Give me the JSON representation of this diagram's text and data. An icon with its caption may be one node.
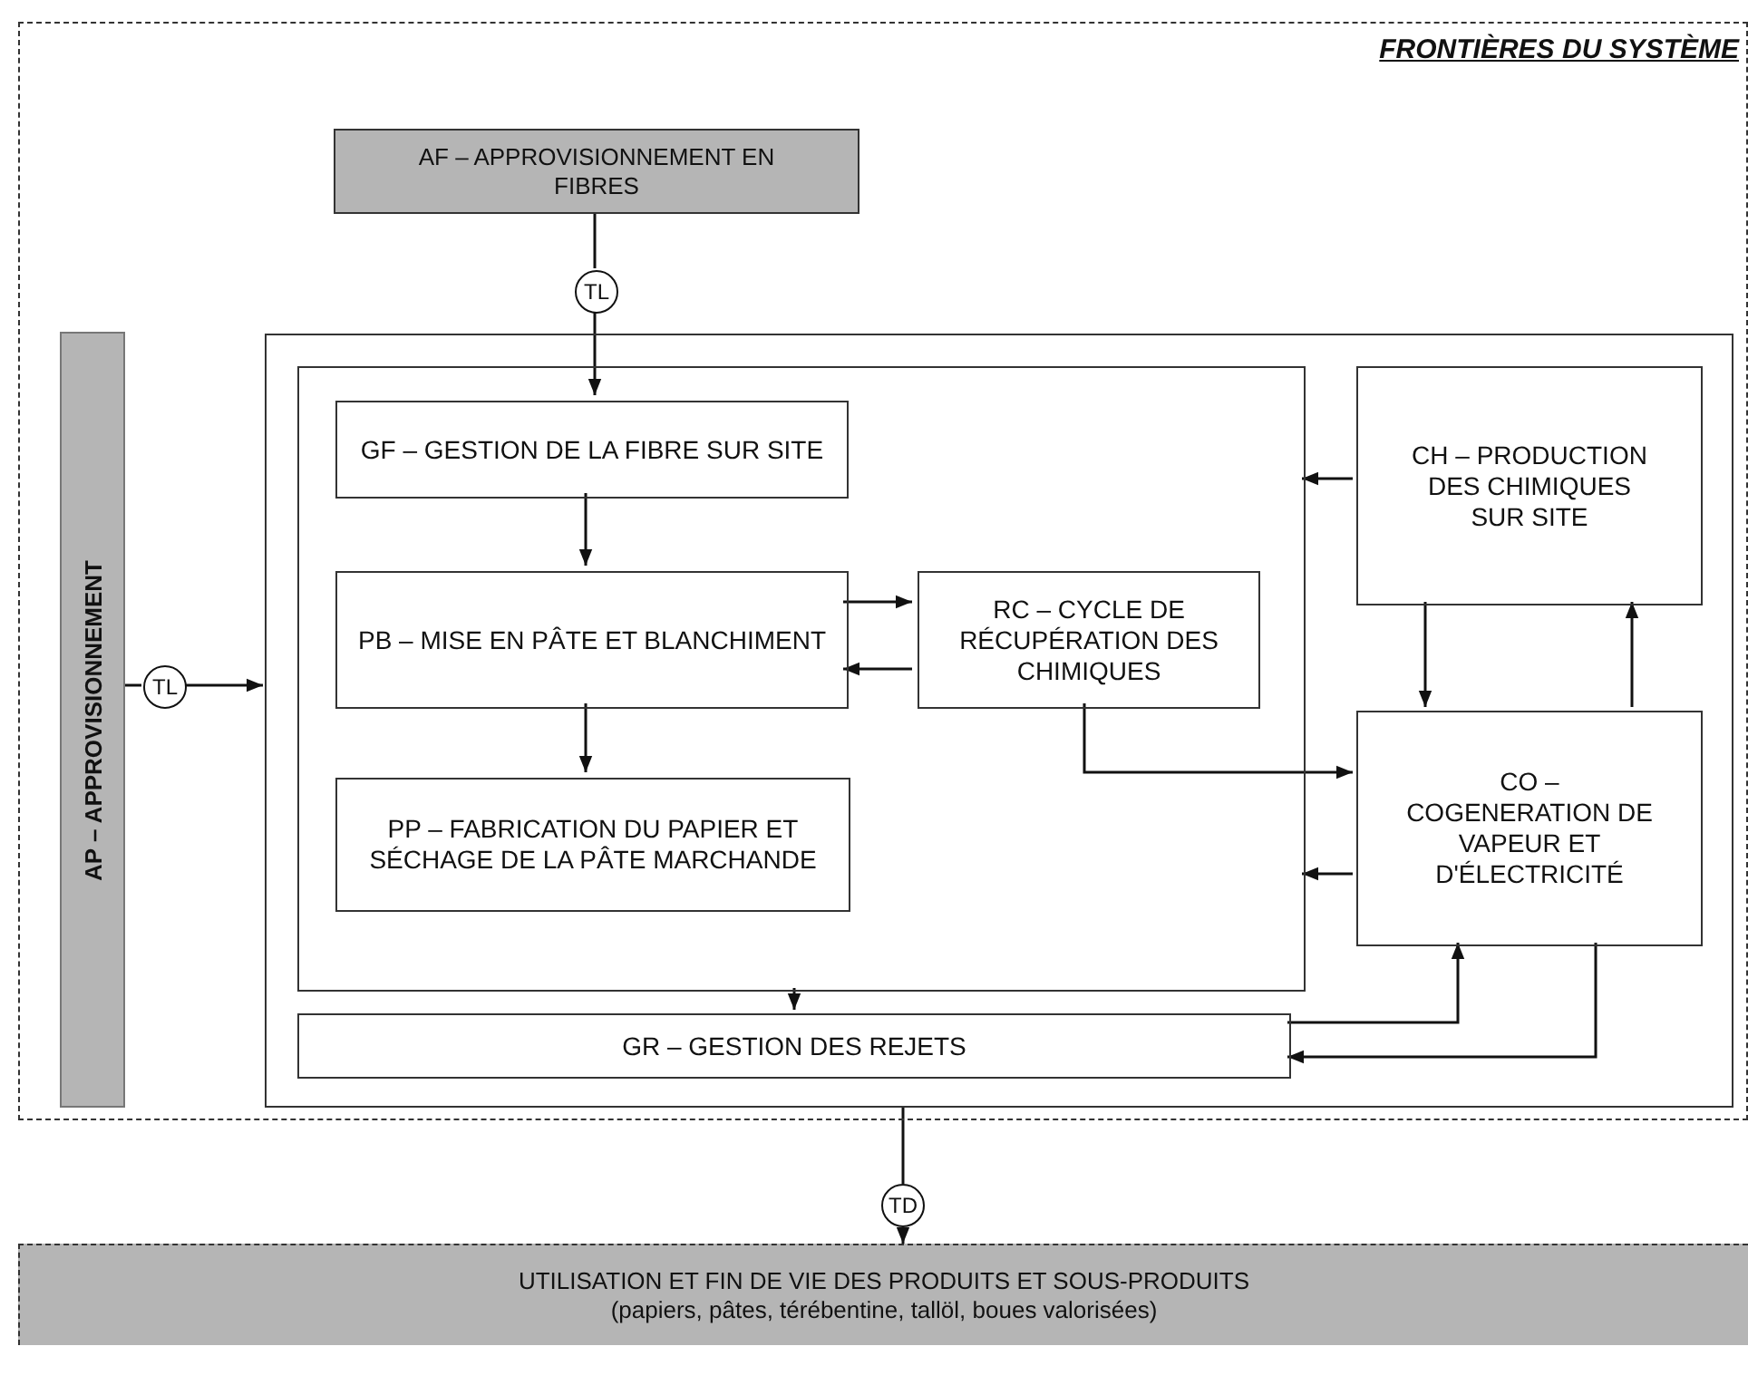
{
  "diagram": {
    "nodes": [
      {
        "text": [
          "FRONTIÈRES DU SYSTÈME"
        ]
      },
      {
        "text": [
          "AF – APPROVISIONNEMENT EN FIBRES"
        ],
        "in": 0
      },
      {
        "text": [
          "TL"
        ],
        "in": 0
      },
      {
        "text": [
          "AP – APPROVISIONNEMENT"
        ],
        "in": 0
      },
      {
        "text": [
          "TL"
        ],
        "in": 0
      },
      {
        "text": [],
        "shape": "box",
        "in": 0
      },
      {
        "text": [],
        "shape": "box",
        "in": 5
      },
      {
        "text": [
          "GF – GESTION DE LA FIBRE SUR SITE"
        ],
        "in": 6
      },
      {
        "text": [
          "PB – MISE EN PÂTE ET BLANCHIMENT"
        ],
        "in": 6
      },
      {
        "text": [
          "PP – FABRICATION DU PAPIER ET SÉCHAGE DE LA PÂTE MARCHANDE"
        ],
        "in": 6
      },
      {
        "text": [
          "RC – CYCLE DE RÉCUPÉRATION DES CHIMIQUES"
        ],
        "in": 6
      },
      {
        "text": [
          "CH – PRODUCTION DES CHIMIQUES SUR SITE"
        ],
        "in": 5
      },
      {
        "text": [
          "CO – COGENERATION DE VAPEUR ET D'ÉLECTRICITÉ"
        ],
        "in": 5
      },
      {
        "text": [
          "GR – GESTION DES REJETS"
        ],
        "in": 5
      },
      {
        "text": [
          "TD"
        ]
      },
      {
        "text": [
          "UTILISATION ET FIN DE VIE DES PRODUITS ET SOUS-PRODUITS",
          "(papiers, pâtes, térébentine, tallöl, boues valorisées)"
        ]
      }
    ],
    "edges": [
      {
        "from": 1,
        "to": 2,
        "arrow": "none"
      },
      {
        "from": 2,
        "to": 7,
        "arrow": "to"
      },
      {
        "from": 3,
        "to": 4,
        "arrow": "none"
      },
      {
        "from": 4,
        "to": 5,
        "arrow": "to"
      },
      {
        "from": 7,
        "to": 8,
        "arrow": "to"
      },
      {
        "from": 8,
        "to": 9,
        "arrow": "to"
      },
      {
        "from": 8,
        "to": 10,
        "arrow": "to"
      },
      {
        "from": 10,
        "to": 8,
        "arrow": "to"
      },
      {
        "from": 11,
        "to": 6,
        "arrow": "to"
      },
      {
        "from": 11,
        "to": 12,
        "arrow": "to"
      },
      {
        "from": 12,
        "to": 11,
        "arrow": "to"
      },
      {
        "from": 10,
        "to": 12,
        "arrow": "to"
      },
      {
        "from": 12,
        "to": 6,
        "arrow": "to"
      },
      {
        "from": 6,
        "to": 13,
        "arrow": "to"
      },
      {
        "from": 13,
        "to": 12,
        "arrow": "to"
      },
      {
        "from": 12,
        "to": 13,
        "arrow": "to"
      },
      {
        "from": 5,
        "to": 14,
        "arrow": "none"
      },
      {
        "from": 14,
        "to": 15,
        "arrow": "to"
      }
    ]
  }
}
